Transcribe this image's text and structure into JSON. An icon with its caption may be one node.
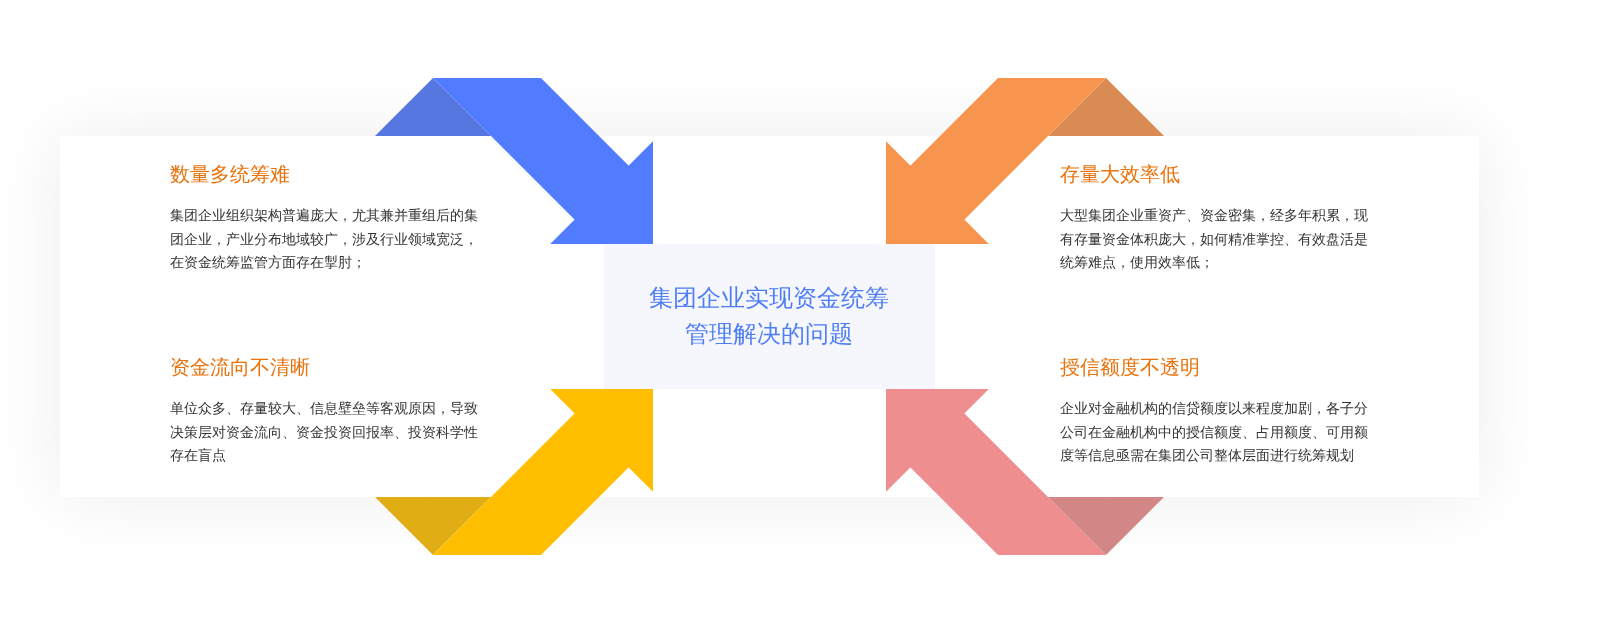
{
  "diagram": {
    "nodes": [
      {
        "text": [
          "数量多统筹难",
          "集团企业组织架构普遍庞大，尤其兼并重组后的集团企业，产业分布地域较广，涉及行业领域宽泛，在资金统筹监管方面存在掣肘；"
        ]
      },
      {
        "text": [
          "存量大效率低",
          "大型集团企业重资产、资金密集，经多年积累，现有存量资金体积庞大，如何精准掌控、有效盘活是统筹难点，使用效率低；"
        ]
      },
      {
        "text": [
          "集团企业实现资金统筹管理解决的问题"
        ]
      },
      {
        "text": [
          "资金流向不清晰",
          "单位众多、存量较大、信息壁垒等客观原因，导致决策层对资金流向、资金投资回报率、投资科学性存在盲点"
        ]
      },
      {
        "text": [
          "授信额度不透明",
          "企业对金融机构的信贷额度以来程度加剧，各子分公司在金融机构中的授信额度、占用额度、可用额度等信息亟需在集团公司整体层面进行统筹规划"
        ]
      }
    ],
    "edges": [
      {
        "from": 0,
        "to": 2,
        "arrow": "to",
        "color": "#527cff"
      },
      {
        "from": 1,
        "to": 2,
        "arrow": "to",
        "color": "#f7954f"
      },
      {
        "from": 3,
        "to": 2,
        "arrow": "to",
        "color": "#ffbf00"
      },
      {
        "from": 4,
        "to": 2,
        "arrow": "to",
        "color": "#ee8e8e"
      }
    ]
  }
}
